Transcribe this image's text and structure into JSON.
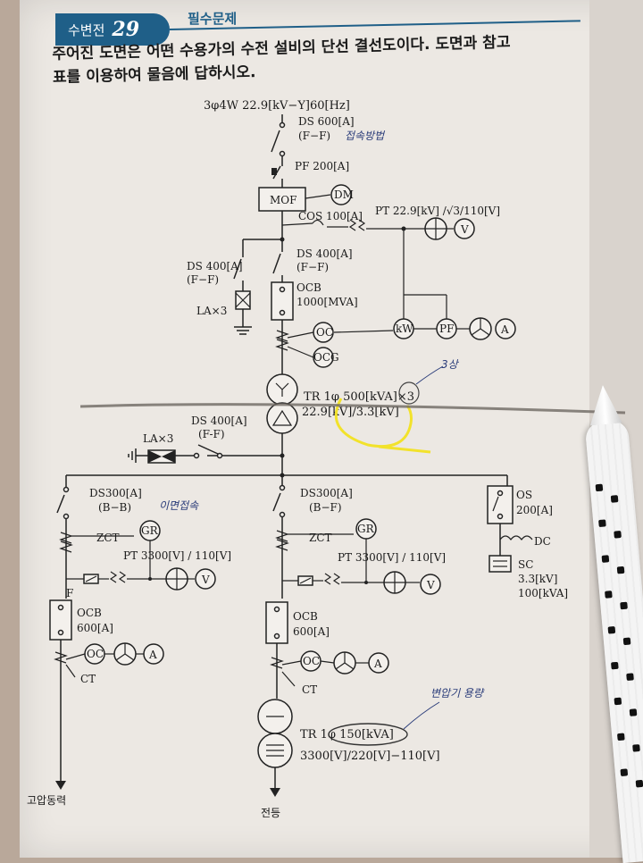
{
  "header": {
    "category": "수변전",
    "number": "29",
    "subtitle": "필수문제"
  },
  "question": {
    "line1": "주어진 도면은 어떤 수용가의 수전 설비의 단선 결선도이다. 도면과 참고",
    "line2": "표를 이용하여 물음에 답하시오."
  },
  "diagram": {
    "supply": "3φ4W 22.9[kV−Y]60[Hz]",
    "ds_main": "DS 600[A]",
    "ds_main_sub": "(F−F)",
    "pf": "PF 200[A]",
    "mof": "MOF",
    "dm": "DM",
    "cos": "COS 100[A]",
    "pt_main": "PT 22.9[kV] /√3/110[V]",
    "v_meter": "V",
    "ds_400_right": "DS 400[A]",
    "ds_400_right_sub": "(F−F)",
    "ds_400_left": "DS 400[A]",
    "ds_400_left_sub": "(F−F)",
    "la_top": "LA×3",
    "ocb_main": "OCB",
    "ocb_main_rating": "1000[MVA]",
    "oc": "OC",
    "ocg": "OCG",
    "kw": "kW",
    "pf_meter": "PF",
    "a_meter": "A",
    "tr_main": "TR 1φ 500[kVA]×3",
    "tr_main_voltage": "22.9[kV]/3.3[kV]",
    "ds_400_low": "DS 400[A]",
    "ds_400_low_sub": "(F-F)",
    "la_low": "LA×3",
    "ds300_left": "DS300[A]",
    "ds300_left_sub": "(B−B)",
    "ds300_mid": "DS300[A]",
    "ds300_mid_sub": "(B−F)",
    "zct": "ZCT",
    "gr": "GR",
    "pt_feeder": "PT 3300[V] / 110[V]",
    "f_label": "F",
    "ocb": "OCB",
    "ocb_rating": "600[A]",
    "ct": "CT",
    "os": "OS",
    "os_rating": "200[A]",
    "dc": "DC",
    "sc": "SC",
    "sc_voltage": "3.3[kV]",
    "sc_rating": "100[kVA]",
    "tr_light": "TR 1φ 150[kVA]",
    "tr_light_voltage": "3300[V]/220[V]−110[V]",
    "out_left": "고압동력",
    "out_mid": "전등"
  },
  "handwriting": {
    "note_ds": "접속방법",
    "note_tr": "3상",
    "note_ds300": "이면접속",
    "note_tr_light": "변압기 용량"
  },
  "colors": {
    "badge": "#1f5f88",
    "highlight": "#f2e22b",
    "ink_pen": "#2b3d7a"
  }
}
